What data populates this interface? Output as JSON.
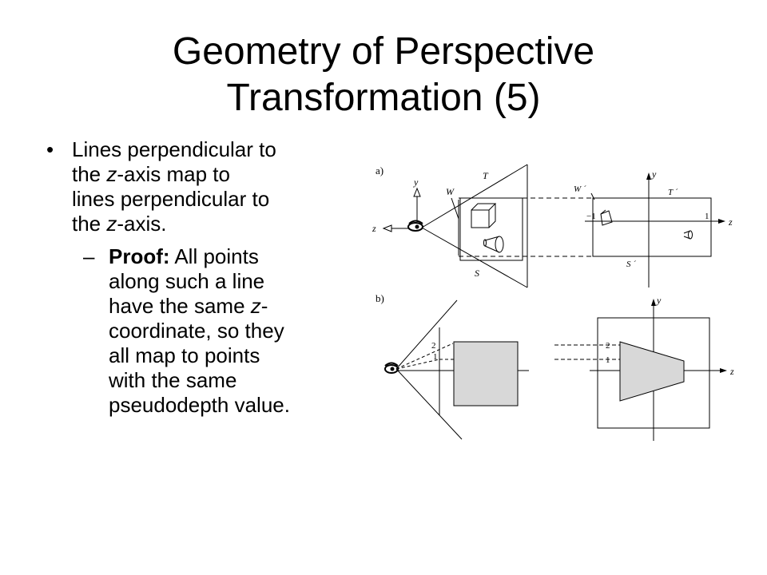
{
  "title": {
    "line1": "Geometry of Perspective",
    "line2": "Transformation (5)"
  },
  "bullet": {
    "marker": "•",
    "lines": [
      {
        "pre": "Lines perpendicular to",
        "it": "",
        "post": ""
      },
      {
        "pre": "the ",
        "it": "z",
        "post": "-axis map to"
      },
      {
        "pre": "lines perpendicular to",
        "it": "",
        "post": ""
      },
      {
        "pre": "the ",
        "it": "z",
        "post": "-axis."
      }
    ]
  },
  "sub_bullet": {
    "marker": "–",
    "bold": "Proof:",
    "lines": [
      {
        "pre": " All points",
        "it": "",
        "post": ""
      },
      {
        "pre": "along such a line",
        "it": "",
        "post": ""
      },
      {
        "pre": "have the same ",
        "it": "z",
        "post": "-"
      },
      {
        "pre": "coordinate, so they",
        "it": "",
        "post": ""
      },
      {
        "pre": "all map to points",
        "it": "",
        "post": ""
      },
      {
        "pre": "with the same",
        "it": "",
        "post": ""
      },
      {
        "pre": "pseudodepth value.",
        "it": "",
        "post": ""
      }
    ]
  },
  "figure": {
    "panel_a": "a)",
    "panel_b": "b)",
    "label_T": "T",
    "label_W": "W",
    "label_S": "S",
    "label_Tp": "T ´",
    "label_Wp": "W ´",
    "label_Sp": "S ´",
    "axis_y": "y",
    "axis_z": "z",
    "tick_neg1": "−1",
    "tick_1": "1",
    "line_1": "1",
    "line_2": "2",
    "fill_color": "#d8d8d8"
  }
}
